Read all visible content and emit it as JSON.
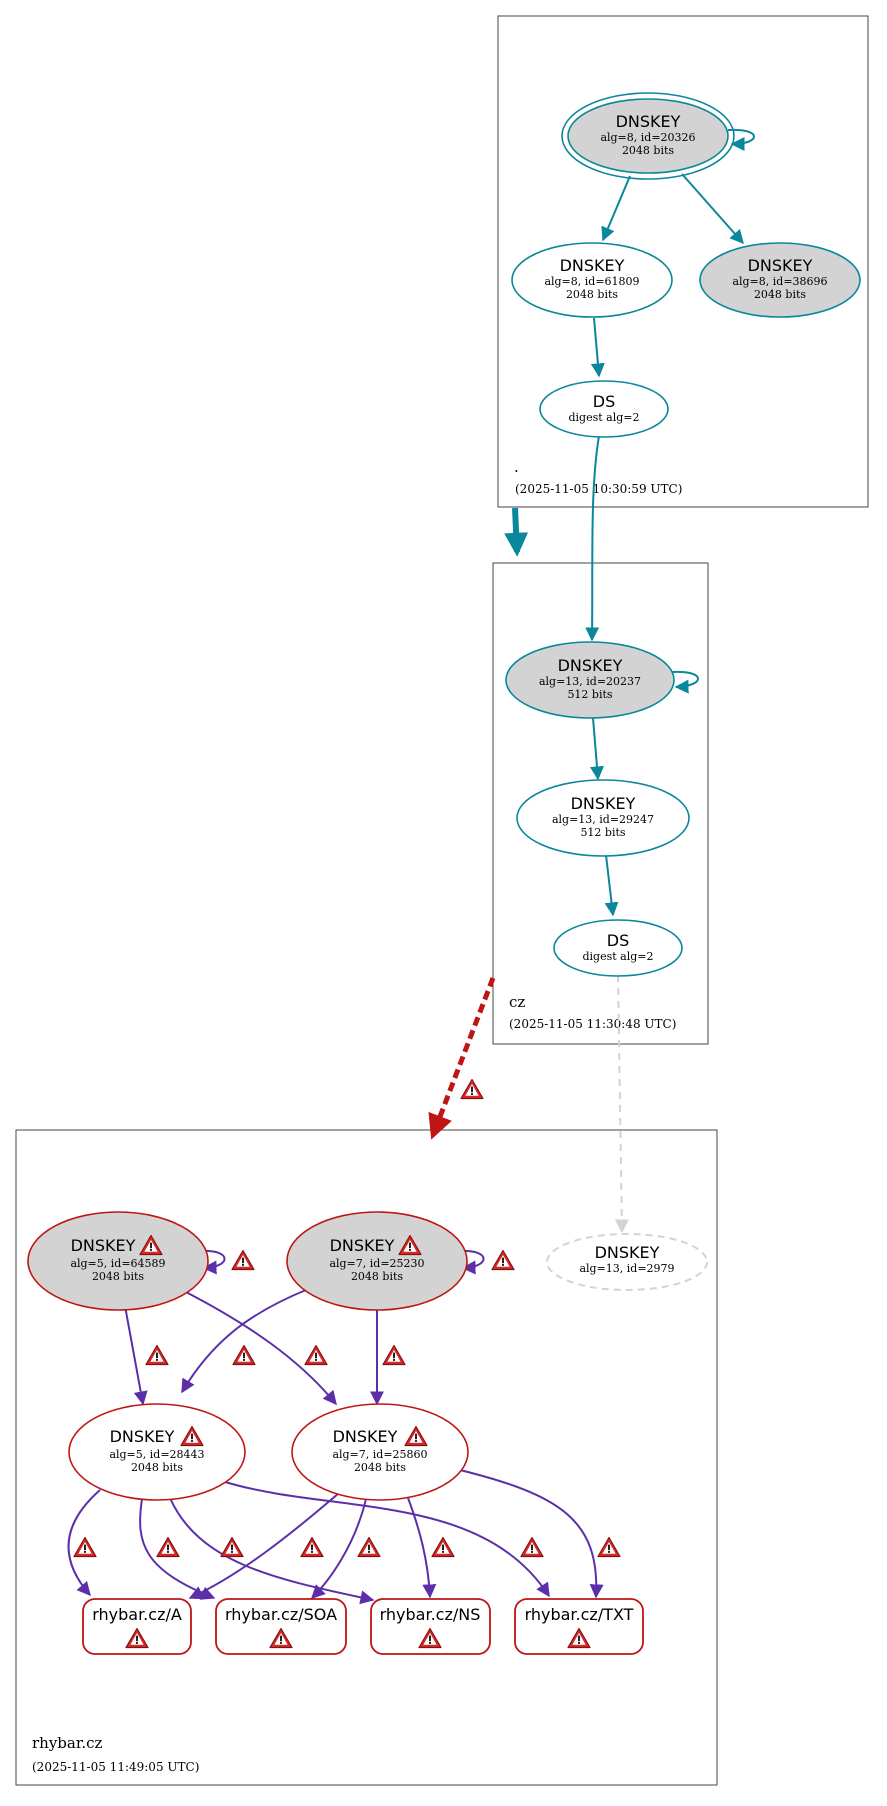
{
  "colors": {
    "secure": "#0a879a",
    "bogus": "#be1515",
    "signature": "#5c2fa8",
    "insecure": "#d3d3d3",
    "filled": "#d3d3d3",
    "zone_border": "#444444",
    "warning": "#d42a2a"
  },
  "zones": {
    "root": {
      "name": ".",
      "timestamp": "(2025-11-05 10:30:59 UTC)"
    },
    "cz": {
      "name": "cz",
      "timestamp": "(2025-11-05 11:30:48 UTC)"
    },
    "rhybar": {
      "name": "rhybar.cz",
      "timestamp": "(2025-11-05 11:49:05 UTC)"
    }
  },
  "nodes": {
    "root_ksk": {
      "title": "DNSKEY",
      "line1": "alg=8, id=20326",
      "line2": "2048 bits"
    },
    "root_zsk": {
      "title": "DNSKEY",
      "line1": "alg=8, id=61809",
      "line2": "2048 bits"
    },
    "root_key3": {
      "title": "DNSKEY",
      "line1": "alg=8, id=38696",
      "line2": "2048 bits"
    },
    "root_ds": {
      "title": "DS",
      "line1": "digest alg=2"
    },
    "cz_ksk": {
      "title": "DNSKEY",
      "line1": "alg=13, id=20237",
      "line2": "512 bits"
    },
    "cz_zsk": {
      "title": "DNSKEY",
      "line1": "alg=13, id=29247",
      "line2": "512 bits"
    },
    "cz_ds": {
      "title": "DS",
      "line1": "digest alg=2"
    },
    "rh_missing": {
      "title": "DNSKEY",
      "line1": "alg=13, id=2979"
    },
    "rh_k1": {
      "title": "DNSKEY",
      "line1": "alg=5, id=64589",
      "line2": "2048 bits"
    },
    "rh_k2": {
      "title": "DNSKEY",
      "line1": "alg=7, id=25230",
      "line2": "2048 bits"
    },
    "rh_z1": {
      "title": "DNSKEY",
      "line1": "alg=5, id=28443",
      "line2": "2048 bits"
    },
    "rh_z2": {
      "title": "DNSKEY",
      "line1": "alg=7, id=25860",
      "line2": "2048 bits"
    }
  },
  "records": {
    "a": {
      "label": "rhybar.cz/A"
    },
    "soa": {
      "label": "rhybar.cz/SOA"
    },
    "ns": {
      "label": "rhybar.cz/NS"
    },
    "txt": {
      "label": "rhybar.cz/TXT"
    }
  }
}
